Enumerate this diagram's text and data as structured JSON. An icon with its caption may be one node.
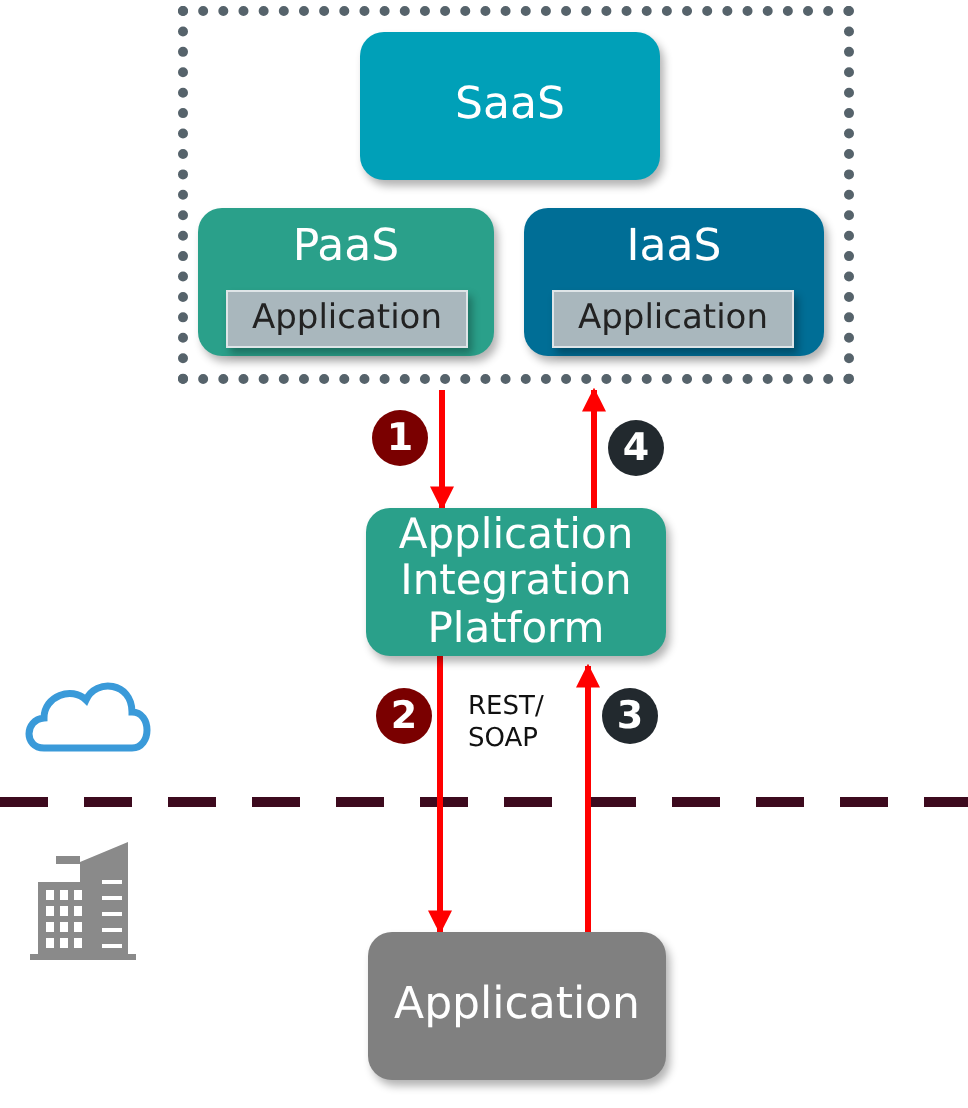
{
  "diagram": {
    "nodes": [
      {
        "text": [],
        "shape": "box"
      },
      {
        "text": [
          "SaaS"
        ],
        "in": 0
      },
      {
        "text": [
          "PaaS"
        ],
        "in": 0
      },
      {
        "text": [
          "Application"
        ],
        "in": 2
      },
      {
        "text": [
          "IaaS"
        ],
        "in": 0
      },
      {
        "text": [
          "Application"
        ],
        "in": 4
      },
      {
        "text": [
          "Application Integration Platform"
        ]
      },
      {
        "text": [
          "Application"
        ]
      }
    ],
    "edges": [
      {
        "from": 0,
        "to": 6,
        "arrow": "to",
        "label": "1"
      },
      {
        "from": 6,
        "to": 0,
        "arrow": "to",
        "label": "4"
      },
      {
        "from": 6,
        "to": 7,
        "arrow": "to",
        "label": "2"
      },
      {
        "from": 7,
        "to": 6,
        "arrow": "to",
        "label": "3"
      }
    ],
    "labels": [
      "REST/ SOAP"
    ]
  }
}
